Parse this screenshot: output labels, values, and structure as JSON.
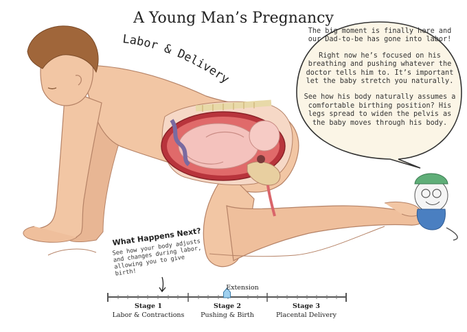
{
  "title": "A Young Man’s Pregnancy",
  "subtitle": "Labor & Delivery",
  "bubble": {
    "paragraphs": [
      "The big moment is finally here and our Dad-to-be has gone into labor!",
      "Right now he’s focused on his breathing and pushing whatever the doctor tells him to.  It’s important let the baby stretch you naturally.",
      "See how his body naturally assumes a comfortable birthing position?  His legs spread to widen the pelvis as the baby moves through his body."
    ]
  },
  "whats_next": {
    "heading": "What Happens Next?",
    "body": "See how your body adjusts and changes during labor, allowing you to give birth!"
  },
  "timeline": {
    "marker_label": "Extension",
    "progress": 0.5,
    "stages": [
      {
        "name": "Stage 1",
        "desc": "Labor & Contractions"
      },
      {
        "name": "Stage 2",
        "desc": "Pushing & Birth"
      },
      {
        "name": "Stage 3",
        "desc": "Placental Delivery"
      }
    ]
  },
  "colors": {
    "skin": "#f2c6a4",
    "skin_shadow": "#e0a98a",
    "hair": "#a0663a",
    "organ": "#d9656a",
    "uterus": "#b8343c",
    "baby": "#f4c2bd",
    "mascot_cap": "#5fae78",
    "mascot_gown": "#4a7fc1",
    "timeline_line": "#555555",
    "marker": "#9fd0ef"
  }
}
